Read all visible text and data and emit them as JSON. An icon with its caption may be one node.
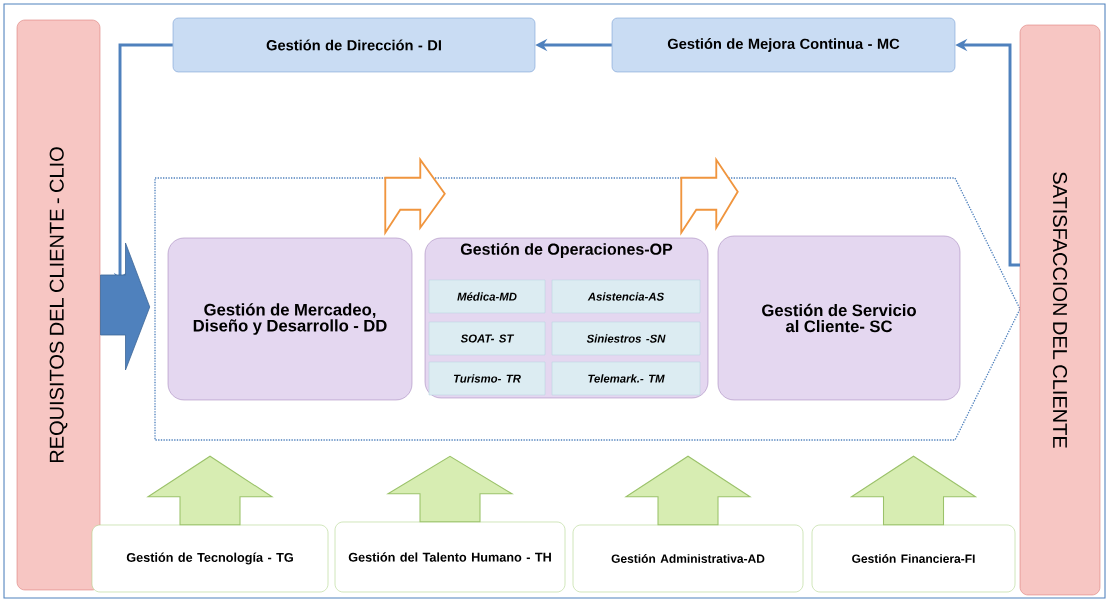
{
  "diagram": {
    "nodes": [
      {
        "text": [
          "Gestión de Dirección - DI"
        ]
      },
      {
        "text": [
          "Gestión de Mejora Continua - MC"
        ]
      },
      {
        "text": [
          "REQUISITOS DEL CLIENTE - CLIO"
        ]
      },
      {
        "text": [],
        "shape": "arrow"
      },
      {
        "text": [
          "Gestión de Mercadeo, Diseño y Desarrollo - DD"
        ],
        "in": 3
      },
      {
        "text": [
          "Gestión de Operaciones-OP"
        ],
        "in": 3
      },
      {
        "text": [
          "Médica-MD"
        ],
        "in": 5
      },
      {
        "text": [
          "Asistencia-AS"
        ],
        "in": 5
      },
      {
        "text": [
          "SOAT- ST"
        ],
        "in": 5
      },
      {
        "text": [
          "Siniestros -SN"
        ],
        "in": 5
      },
      {
        "text": [
          "Turismo- TR"
        ],
        "in": 5
      },
      {
        "text": [
          "Telemark.- TM"
        ],
        "in": 5
      },
      {
        "text": [
          "Gestión de Servicio al Cliente- SC"
        ],
        "in": 3
      },
      {
        "text": [
          "SATISFACCION DEL CLIENTE"
        ]
      },
      {
        "text": [
          "Gestión de Tecnología - TG"
        ]
      },
      {
        "text": [
          "Gestión del Talento Humano - TH"
        ]
      },
      {
        "text": [
          "Gestión Administrativa-AD"
        ]
      },
      {
        "text": [
          "Gestión Financiera-FI"
        ]
      }
    ],
    "edges": [
      {
        "from": 13,
        "to": 1,
        "arrow": "to",
        "color": "#4f81bd"
      },
      {
        "from": 1,
        "to": 0,
        "arrow": "to",
        "color": "#4f81bd"
      },
      {
        "from": 0,
        "to": null,
        "arrow": "to",
        "color": "#4f81bd"
      },
      {
        "from": 2,
        "to": 3,
        "arrow": "to",
        "color": "#4f81bd"
      },
      {
        "from": 4,
        "to": 5,
        "arrow": "to",
        "color": "#f0953e"
      },
      {
        "from": 5,
        "to": 12,
        "arrow": "to",
        "color": "#f0953e"
      },
      {
        "from": 14,
        "to": 3,
        "arrow": "to",
        "color": "#9bc26a"
      },
      {
        "from": 15,
        "to": 3,
        "arrow": "to",
        "color": "#9bc26a"
      },
      {
        "from": 16,
        "to": 3,
        "arrow": "to",
        "color": "#9bc26a"
      },
      {
        "from": 17,
        "to": 3,
        "arrow": "to",
        "color": "#9bc26a"
      }
    ]
  }
}
